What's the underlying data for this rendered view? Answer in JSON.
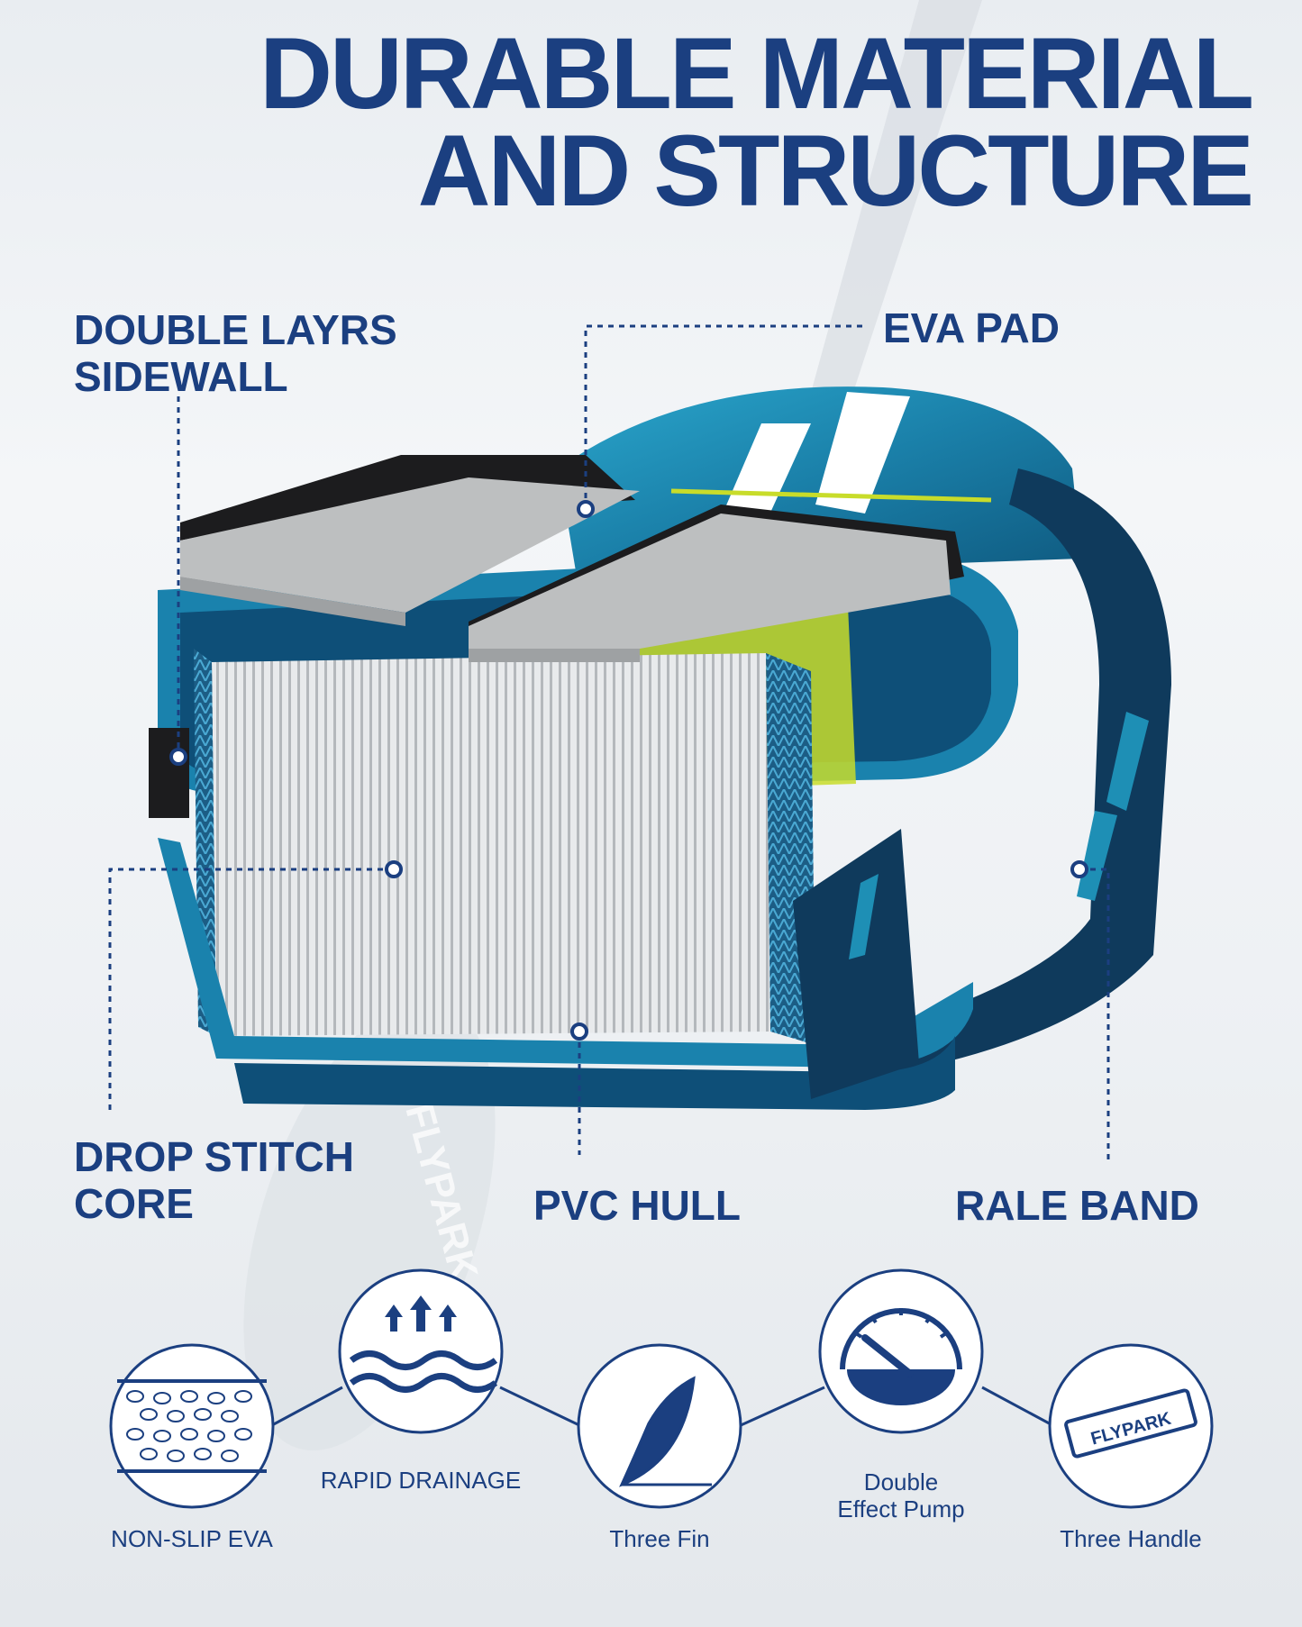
{
  "title": {
    "line1": "DURABLE MATERIAL",
    "line2": "AND STRUCTURE"
  },
  "colors": {
    "navy": "#1b3f80",
    "board_blue": "#1e8fb5",
    "accent_lime": "#c8dc2a",
    "pad_gray": "#bdbfc0"
  },
  "callouts": {
    "double_layers_sidewall": {
      "line1": "DOUBLE LAYRS",
      "line2": "SIDEWALL"
    },
    "eva_pad": {
      "label": "EVA PAD"
    },
    "drop_stitch_core": {
      "line1": "DROP STITCH",
      "line2": "CORE"
    },
    "pvc_hull": {
      "label": "PVC HULL"
    },
    "rale_band": {
      "label": "RALE BAND"
    }
  },
  "board_brand": "FLYPARK",
  "features": [
    {
      "icon": "non-slip-eva-icon",
      "label": "NON-SLIP EVA"
    },
    {
      "icon": "rapid-drainage-icon",
      "label": "RAPID DRAINAGE"
    },
    {
      "icon": "three-fin-icon",
      "label": "Three Fin"
    },
    {
      "icon": "pump-gauge-icon",
      "line1": "Double",
      "line2": "Effect Pump"
    },
    {
      "icon": "handle-icon",
      "label": "Three Handle",
      "badge_text": "FLYPARK"
    }
  ]
}
